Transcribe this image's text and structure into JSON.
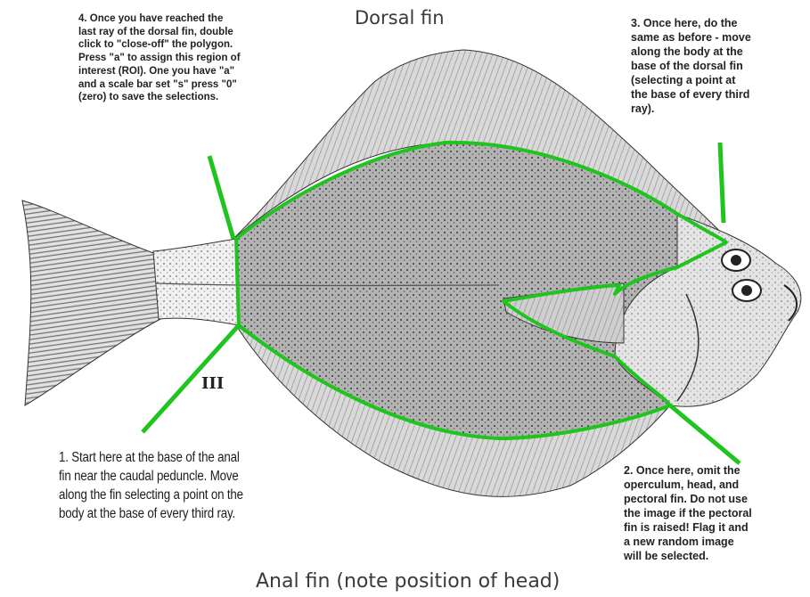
{
  "titles": {
    "top": "Dorsal fin",
    "bottom": "Anal fin (note position of head)"
  },
  "margin_mark": "III",
  "notes": {
    "step4": [
      "4. Once you have reached the",
      "last ray of the dorsal fin, double",
      "click to \"close-off\" the polygon.",
      "Press \"a\" to assign this region of",
      "interest (ROI). One you have \"a\"",
      "and a scale bar set \"s\" press \"0\"",
      "(zero) to save the selections."
    ],
    "step3": [
      "3. Once here, do the",
      "same as before - move",
      "along the body at the",
      "base of the dorsal fin",
      "(selecting a point at",
      "the base of every third",
      "ray)."
    ],
    "step2": [
      "2. Once here, omit the",
      "operculum, head, and",
      "pectoral fin.  Do not use",
      "the image if the pectoral",
      "fin is raised!  Flag it and",
      "a new random image",
      "will be selected."
    ],
    "step1": [
      "1. Start here at the base of the anal",
      "fin near the caudal peduncle.  Move",
      "along the fin selecting a point on the",
      "body at the base of every third ray."
    ]
  },
  "colors": {
    "outline": "#1fc41f",
    "body_fill": "#b3b3b3",
    "fin_fill": "#dcdcdc",
    "ink": "#222222"
  }
}
